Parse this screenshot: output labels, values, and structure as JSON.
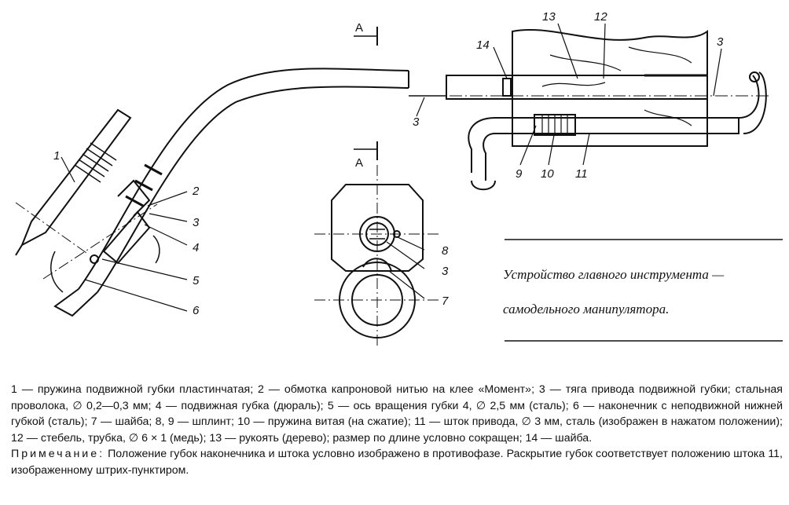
{
  "labels": {
    "l1": "1",
    "l2": "2",
    "l3a": "3",
    "l4": "4",
    "l5": "5",
    "l6": "6",
    "l3b": "3",
    "l14": "14",
    "l13": "13",
    "l12": "12",
    "l3c": "3",
    "l9": "9",
    "l10": "10",
    "l11": "11",
    "l8": "8",
    "l3d": "3",
    "l7": "7"
  },
  "section": {
    "top": "A",
    "bottom": "A"
  },
  "caption": {
    "line1": "Устройство главного инструмента —",
    "line2": "самодельного манипулятора."
  },
  "legend": {
    "text": "1 — пружина подвижной губки пластинчатая; 2 — обмотка капроновой нитью на клее «Момент»; 3 — тяга привода подвижной губки; стальная проволока, ∅ 0,2—0,3 мм; 4 — подвижная губка (дюраль); 5 — ось вращения губки 4, ∅ 2,5 мм (сталь); 6 — наконечник с неподвижной нижней губкой (сталь); 7 — шайба; 8, 9 — шплинт; 10 — пружина витая (на сжатие); 11 — шток привода, ∅ 3 мм, сталь (изображен в нажатом положении); 12 — стебель, трубка, ∅ 6 × 1 (медь); 13 — рукоять (дерево); размер по длине условно сокращен; 14 — шайба.",
    "note_heading": "Примечание:",
    "note_text": "Положение губок наконечника и штока условно изображено в противофазе. Раскрытие губок соответствует положению штока 11, изображенному штрих-пунктиром."
  }
}
